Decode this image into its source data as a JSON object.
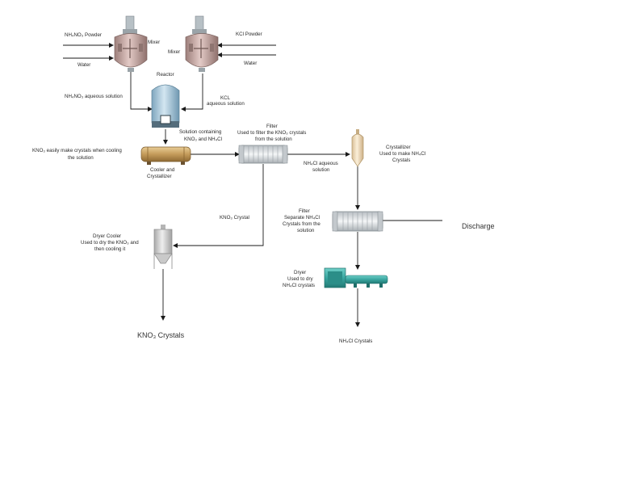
{
  "labels": {
    "nh4no3_powder": "NH₄NO₃ Powder",
    "kcl_powder": "KCl Powder",
    "water_left": "Water",
    "water_right": "Water",
    "mixer_left": "Mixer",
    "mixer_right": "Mixer",
    "reactor": "Reactor",
    "nh4no3_aqueous": "NH₄NO₃ aqueous solution",
    "kcl_aqueous_1": "KCL",
    "kcl_aqueous_2": "aqueous solution",
    "solution_containing_1": "Solution containing",
    "solution_containing_2": "KNO₃ and NH₄Cl",
    "kno3_easy_1": "KNO₃ easily make crystals when cooling",
    "kno3_easy_2": "the solution",
    "cooler_1": "Cooler and",
    "cooler_2": "Crystallizer",
    "filter1_1": "Filter",
    "filter1_2": "Used to filter the KNO₃ crystals",
    "filter1_3": "from the solution",
    "nh4cl_aqueous_1": "NH₄Cl aqueous",
    "nh4cl_aqueous_2": "solution",
    "crystallizer_1": "Crystallizer",
    "crystallizer_2": "Used to make NH₄Cl",
    "crystallizer_3": "Crystals",
    "kno3_crystal": "KNO₃ Crystal",
    "filter2_1": "Filter",
    "filter2_2": "Separate NH₄Cl",
    "filter2_3": "Crystals from the",
    "filter2_4": "solution",
    "discharge": "Discharge",
    "dryer_cooler_1": "Dryer Cooler",
    "dryer_cooler_2": "Used to dry the KNO₃ and",
    "dryer_cooler_3": "then cooling it",
    "dryer_1": "Dryer",
    "dryer_2": "Used to dry",
    "dryer_3": "NH₄Cl crystals",
    "kno3_crystals_out": "KNO₃ Crystals",
    "nh4cl_crystals_out": "NH₄Cl Crystals"
  },
  "colors": {
    "mixer_body": "#c9aaa6",
    "reactor_body": "#a8c8da",
    "cooler_body": "#c49b5a",
    "crystallizer_body": "#f1ddb9",
    "filter_body": "#dfe3e6",
    "dryer_cooler_body": "#d9d9d9",
    "dryer_body": "#3aa6a0",
    "line": "#1a1a1a"
  }
}
